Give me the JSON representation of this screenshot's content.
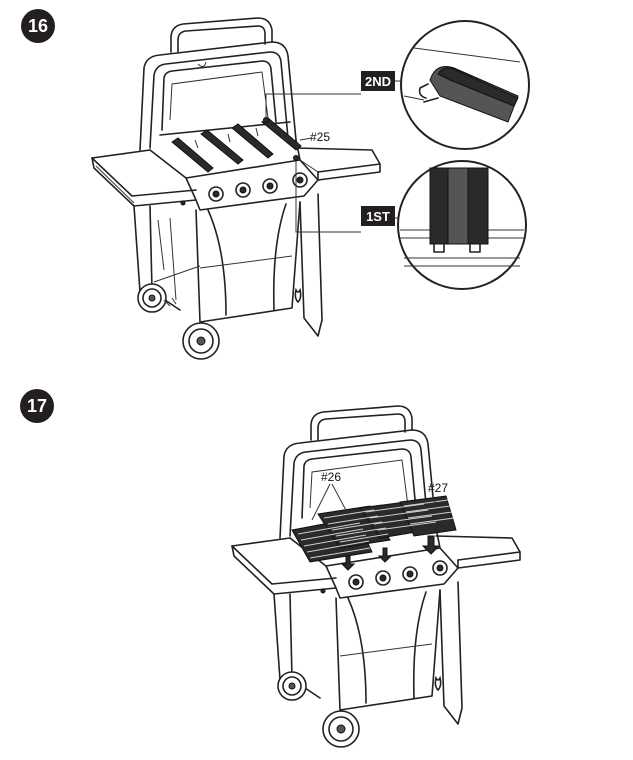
{
  "steps": {
    "step16": {
      "number": "16",
      "part_label": "#25",
      "callout_upper": "2ND",
      "callout_lower": "1ST"
    },
    "step17": {
      "number": "17",
      "part_label_left": "#26",
      "part_label_right": "#27"
    }
  },
  "colors": {
    "ink": "#231f20",
    "paper": "#ffffff",
    "burner_fill": "#2a2a2a"
  },
  "icons": [
    "flame-logo-icon",
    "arrow-down-icon"
  ]
}
